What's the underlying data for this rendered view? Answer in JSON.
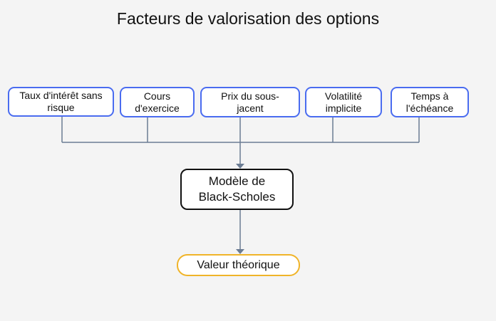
{
  "title": "Facteurs de valorisation des options",
  "inputs": [
    "Taux d'intérêt sans risque",
    "Cours d'exercice",
    "Prix du sous-jacent",
    "Volatilité implicite",
    "Temps à l'échéance"
  ],
  "model": "Modèle de Black-Scholes",
  "output": "Valeur théorique",
  "colors": {
    "input_border": "#4a6cf0",
    "model_border": "#111111",
    "output_border": "#f0b429",
    "connector": "#6b7c93",
    "background": "#f4f4f4"
  }
}
